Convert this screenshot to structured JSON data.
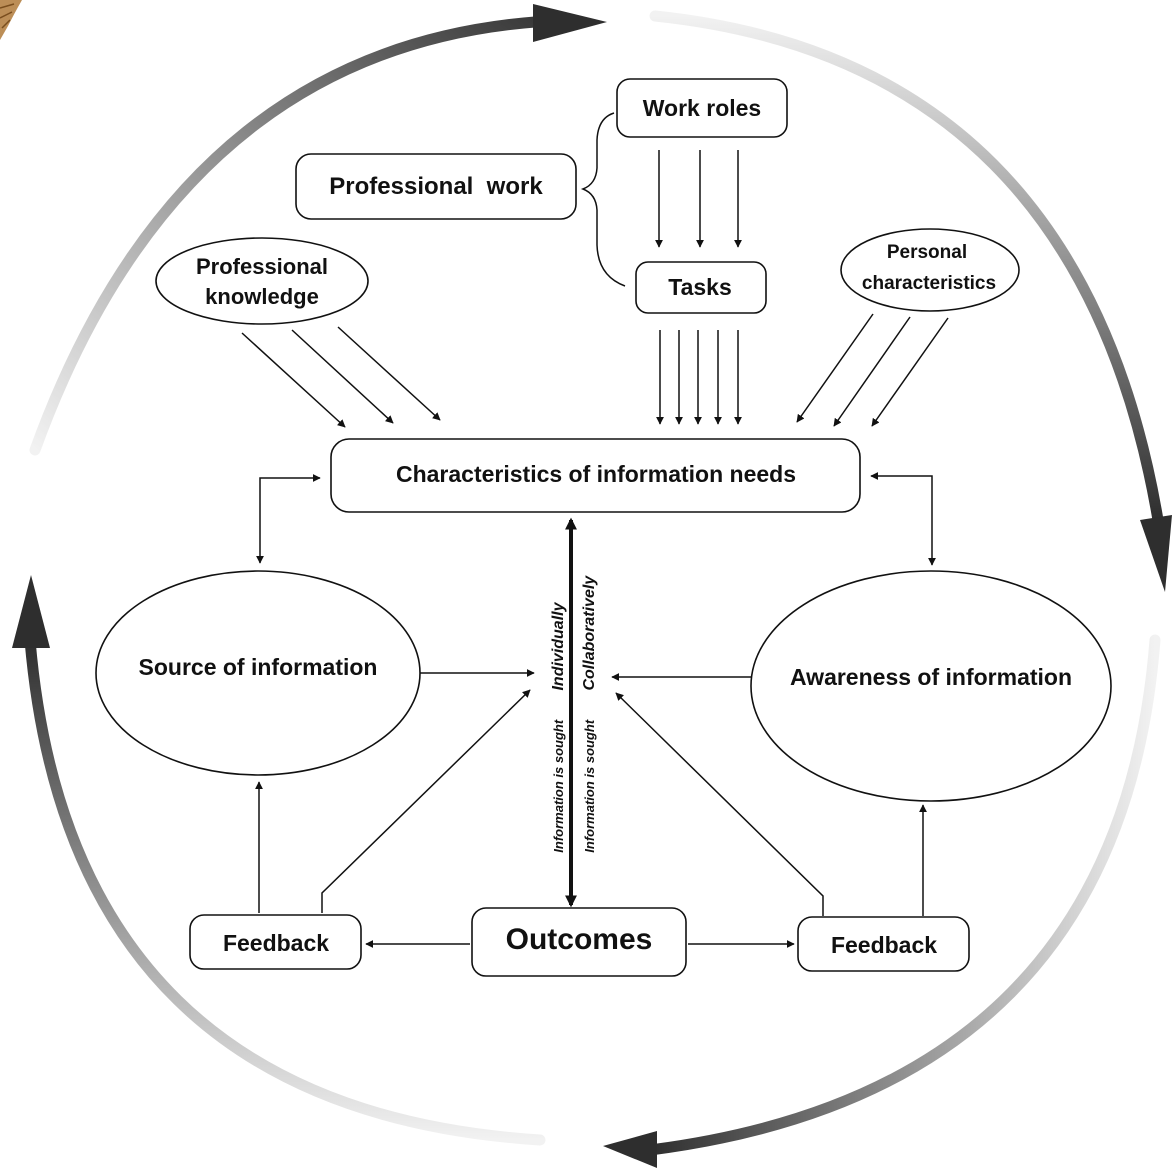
{
  "diagram": {
    "nodes": {
      "work_roles": "Work roles",
      "professional_work": "Professional  work",
      "tasks": "Tasks",
      "professional_knowledge": [
        "Professional",
        "knowledge"
      ],
      "personal_characteristics": [
        "Personal",
        "characteristics"
      ],
      "info_needs": "Characteristics of information needs",
      "source": "Source of information",
      "awareness": "Awareness of information",
      "outcomes": "Outcomes",
      "feedback_left": "Feedback",
      "feedback_right": "Feedback"
    },
    "axis_labels": {
      "individually_prefix": "Information is sought",
      "individually_word": "Individually",
      "collaboratively_prefix": "Information is sought",
      "collaboratively_word": "Collaboratively"
    },
    "colors": {
      "line": "#111111",
      "cycle_dark": "#333333",
      "cycle_light": "#eeeeee",
      "corner_decoration": "#b07a3a"
    }
  }
}
